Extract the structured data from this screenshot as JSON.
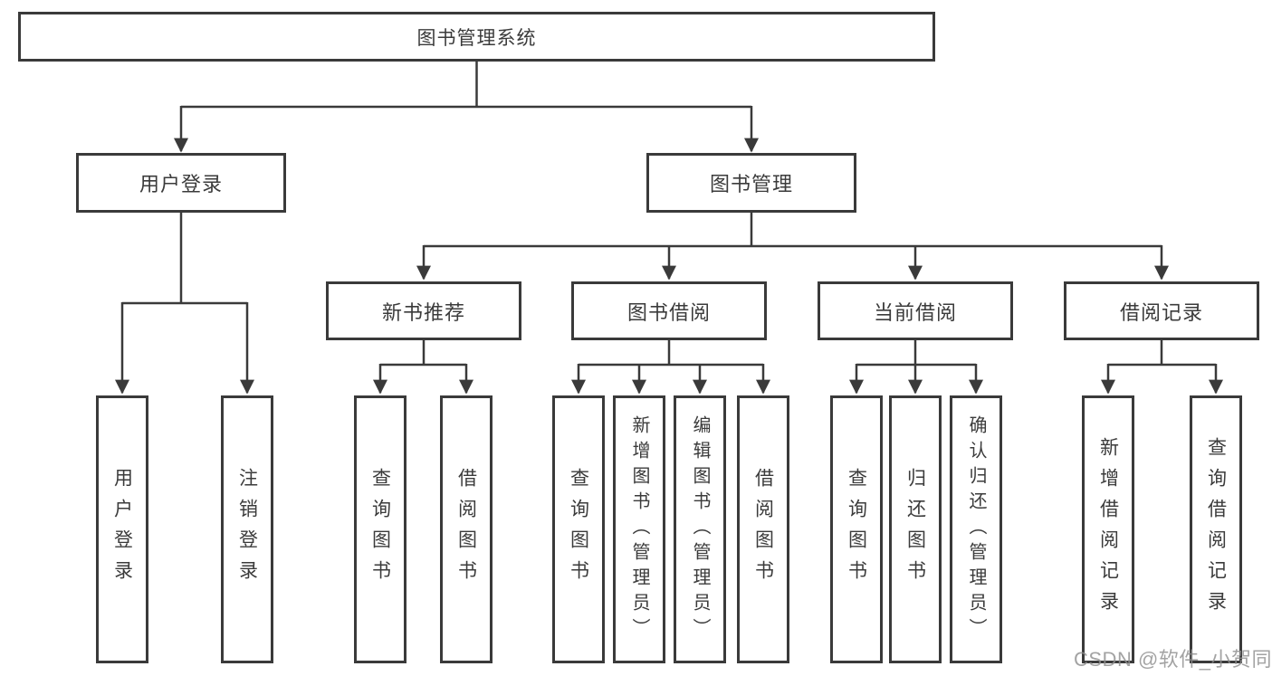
{
  "diagram": {
    "title": "图书管理系统",
    "type": "functional-structure-tree",
    "root": "图书管理系统",
    "branches": [
      "用户登录",
      "图书管理"
    ],
    "modules": [
      "新书推荐",
      "图书借阅",
      "当前借阅",
      "借阅记录"
    ],
    "features": {
      "user_login": [
        "用户登录",
        "注销登录"
      ],
      "new_book_recommend": [
        "查询图书",
        "借阅图书"
      ],
      "book_borrowing": [
        "查询图书",
        "新增图书（管理员）",
        "编辑图书（管理员）",
        "借阅图书"
      ],
      "current_borrowing": [
        "查询图书",
        "归还图书",
        "确认归还（管理员）"
      ],
      "borrowing_records": [
        "新增借阅记录",
        "查询借阅记录"
      ]
    }
  },
  "watermark": "CSDN @软件_小贺同学",
  "colors": {
    "line": "#3a3a3a",
    "text": "#3b3b3b",
    "background": "#ffffff",
    "watermark": "#8f8f8f"
  }
}
